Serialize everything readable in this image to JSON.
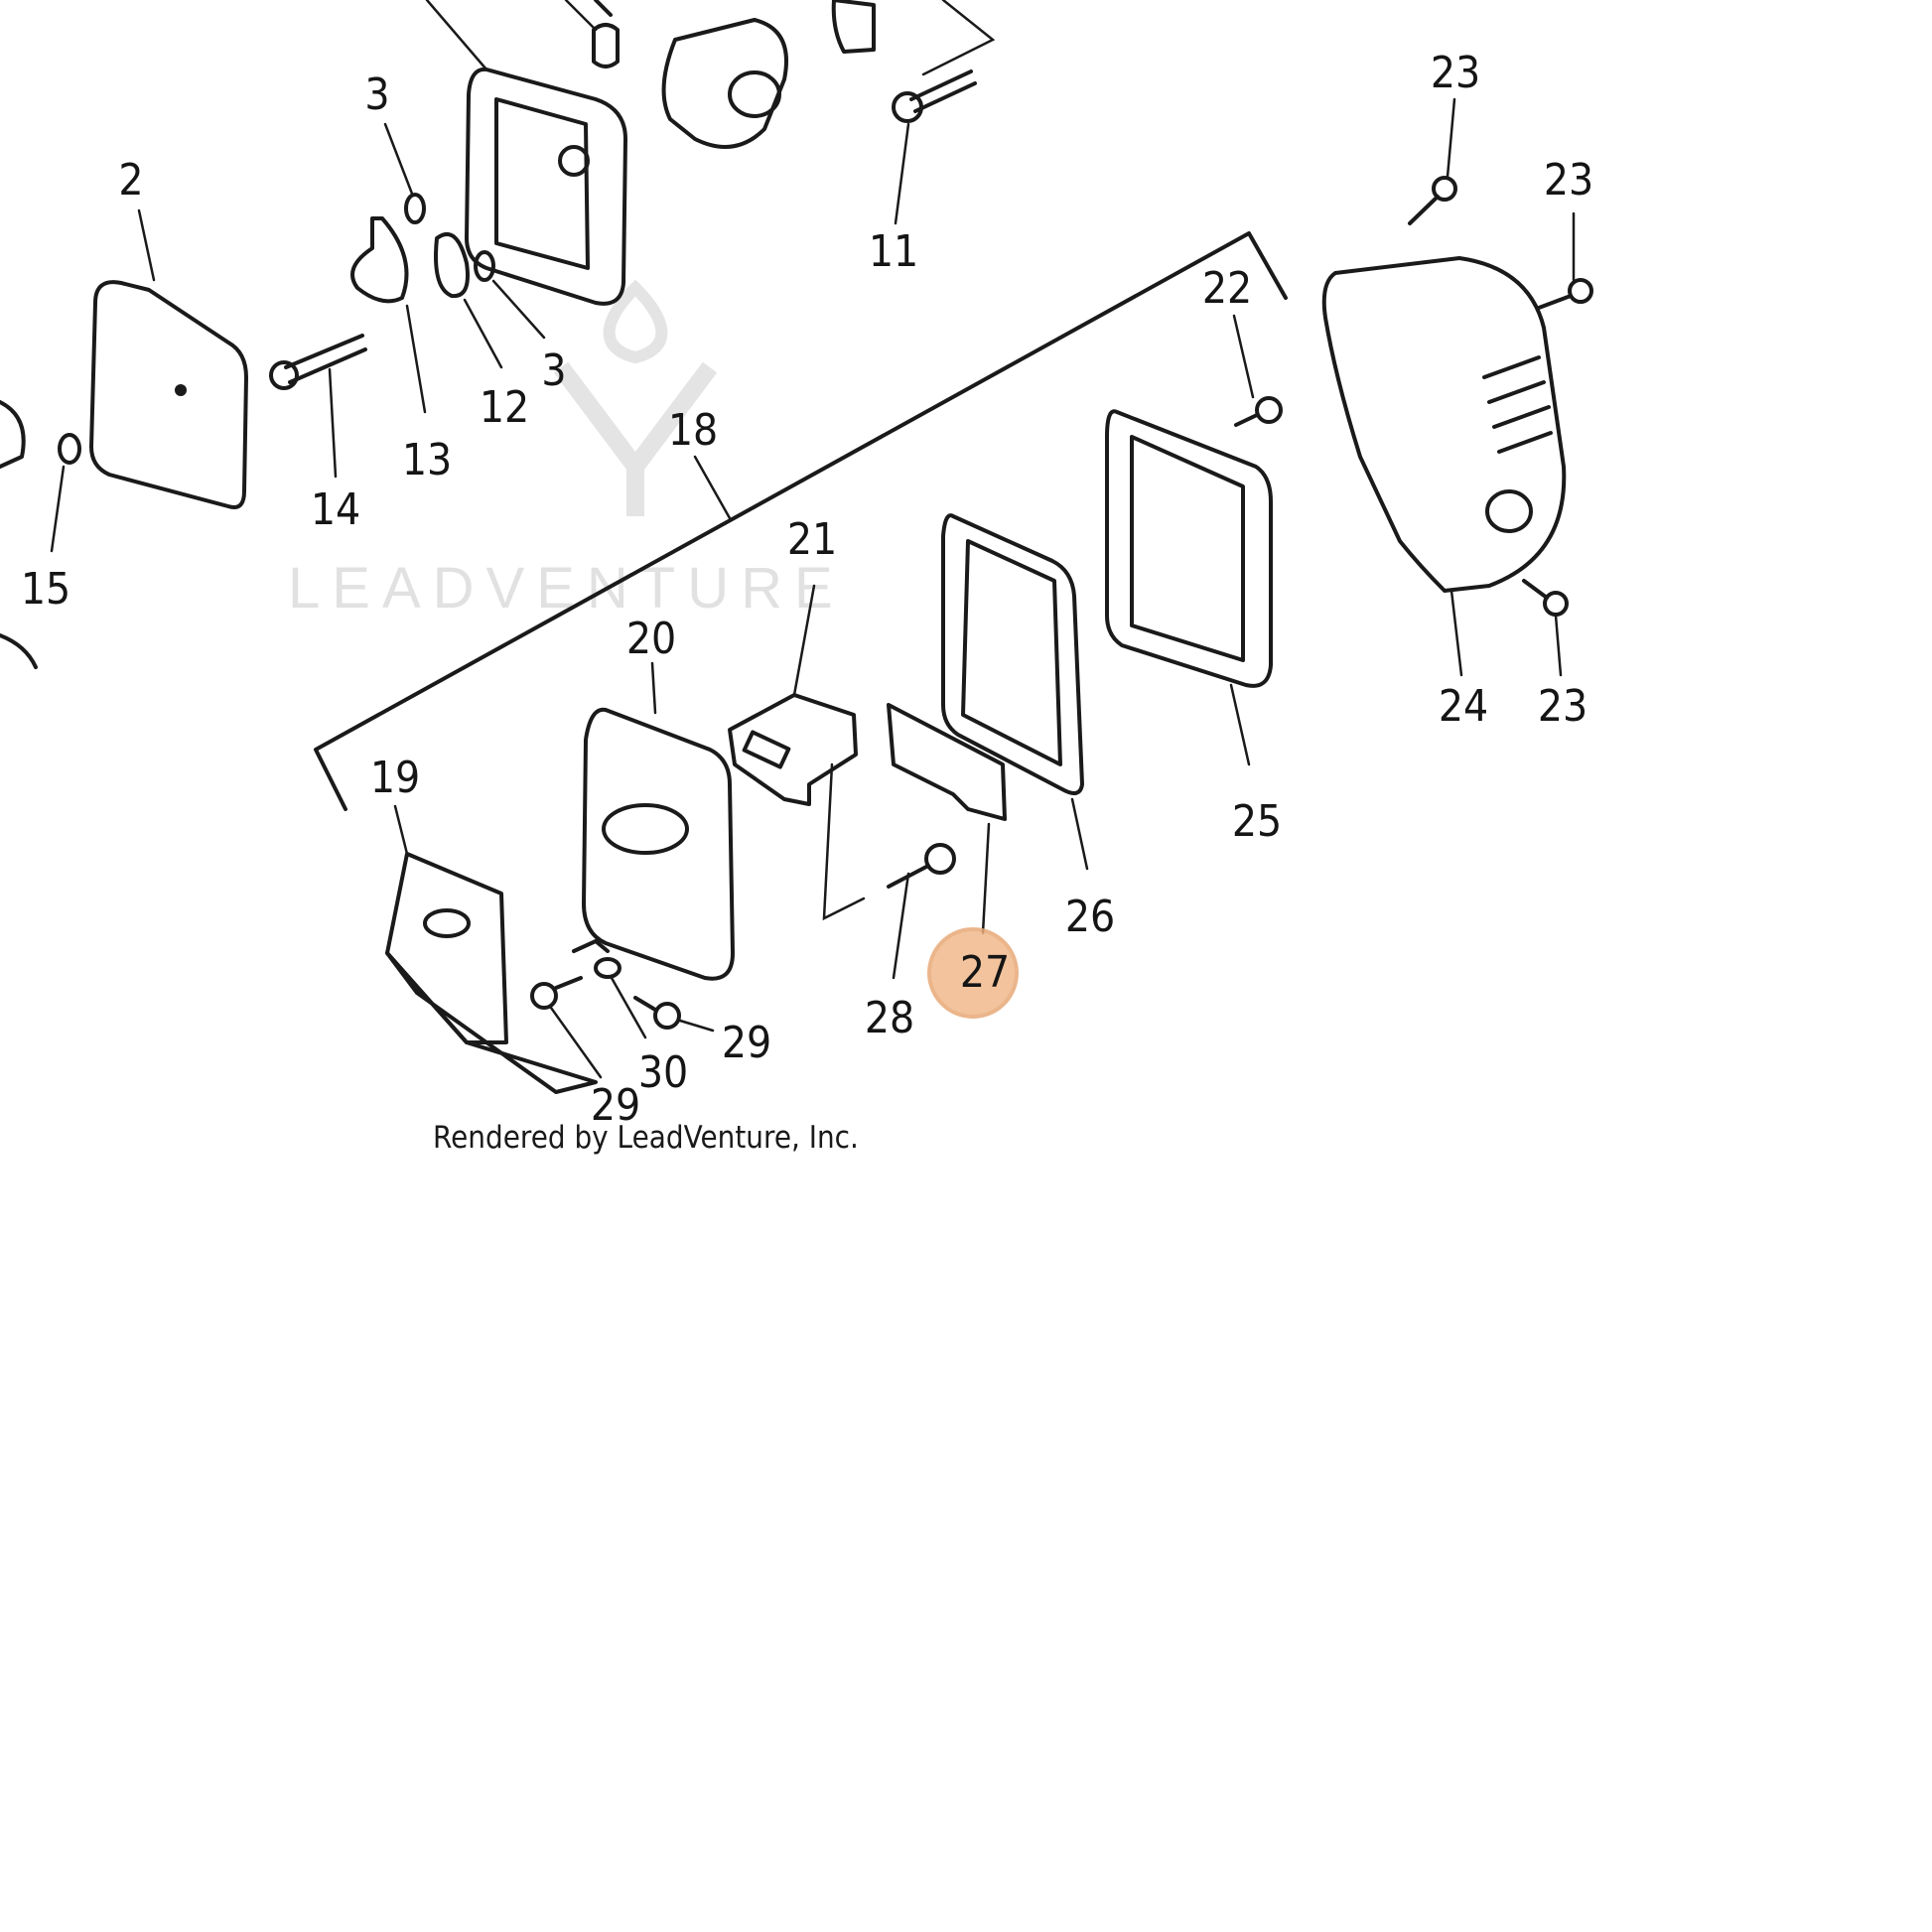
{
  "watermark": {
    "text": "LEADVENTURE"
  },
  "credit": "Rendered by LeadVenture, Inc.",
  "highlight_color": "#f0b98b",
  "callouts": [
    {
      "id": "c2",
      "label": "2"
    },
    {
      "id": "c3a",
      "label": "3"
    },
    {
      "id": "c3b",
      "label": "3"
    },
    {
      "id": "c11",
      "label": "11"
    },
    {
      "id": "c12",
      "label": "12"
    },
    {
      "id": "c13",
      "label": "13"
    },
    {
      "id": "c14",
      "label": "14"
    },
    {
      "id": "c15",
      "label": "15"
    },
    {
      "id": "c18",
      "label": "18"
    },
    {
      "id": "c19",
      "label": "19"
    },
    {
      "id": "c20",
      "label": "20"
    },
    {
      "id": "c21",
      "label": "21"
    },
    {
      "id": "c22",
      "label": "22"
    },
    {
      "id": "c23a",
      "label": "23"
    },
    {
      "id": "c23b",
      "label": "23"
    },
    {
      "id": "c23c",
      "label": "23"
    },
    {
      "id": "c24",
      "label": "24"
    },
    {
      "id": "c25",
      "label": "25"
    },
    {
      "id": "c26",
      "label": "26"
    },
    {
      "id": "c27",
      "label": "27",
      "highlighted": true
    },
    {
      "id": "c28",
      "label": "28"
    },
    {
      "id": "c29a",
      "label": "29"
    },
    {
      "id": "c29b",
      "label": "29"
    },
    {
      "id": "c30",
      "label": "30"
    }
  ]
}
